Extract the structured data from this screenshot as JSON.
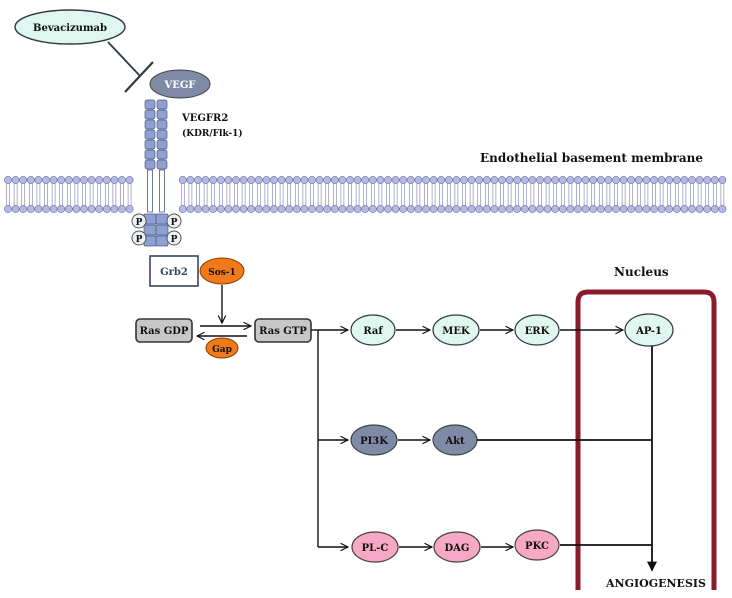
{
  "labels": {
    "bevacizumab": "Bevacizumab",
    "vegf": "VEGF",
    "vegfr2": "VEGFR2",
    "vegfr2_alias": "(KDR/Flk-1)",
    "membrane": "Endothelial basement membrane",
    "phospho": "P",
    "grb2": "Grb2",
    "sos1": "Sos-1",
    "ras_gdp": "Ras GDP",
    "ras_gtp": "Ras GTP",
    "gap": "Gap",
    "raf": "Raf",
    "mek": "MEK",
    "erk": "ERK",
    "ap1": "AP-1",
    "pi3k": "PI3K",
    "akt": "Akt",
    "plc": "PL-C",
    "dag": "DAG",
    "pkc": "PKC",
    "nucleus": "Nucleus",
    "angiogenesis": "ANGIOGENESIS"
  },
  "colors": {
    "mint": "#dff7ee",
    "slate": "#7f8aa6",
    "pink": "#f7a8c4",
    "orange": "#f07a1a",
    "gray": "#c7c7c7",
    "nucleus_border": "#8b1a2b",
    "membrane_head": "#b3b8e6"
  }
}
